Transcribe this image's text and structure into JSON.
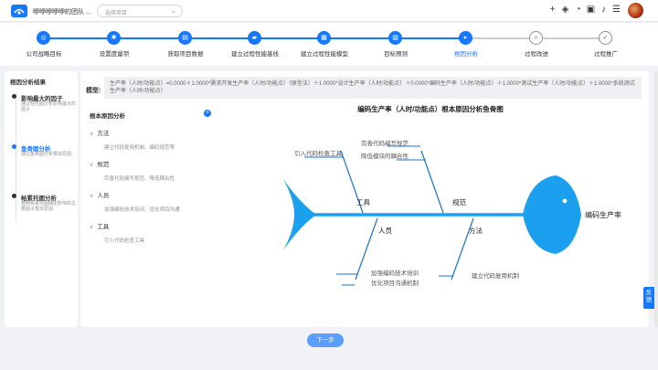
{
  "header": {
    "team_name": "咿咿咿咿咿的团队 ...",
    "project_placeholder": "选择项目",
    "icons": [
      "plus-icon",
      "layers-icon",
      "pie-chart-icon",
      "briefcase-icon",
      "bell-icon",
      "settings-sliders-icon"
    ]
  },
  "steps": [
    {
      "label": "公司战略目标",
      "icon": "target-icon",
      "state": "done"
    },
    {
      "label": "设置度量项",
      "icon": "settings-icon",
      "state": "done"
    },
    {
      "label": "获取项目数据",
      "icon": "database-icon",
      "state": "done"
    },
    {
      "label": "建立过程性能基线",
      "icon": "baseline-icon",
      "state": "done"
    },
    {
      "label": "建立过程性能模型",
      "icon": "model-icon",
      "state": "done"
    },
    {
      "label": "目标预测",
      "icon": "predict-icon",
      "state": "done"
    },
    {
      "label": "根因分析",
      "icon": "analysis-icon",
      "state": "active"
    },
    {
      "label": "过程改进",
      "icon": "search-icon",
      "state": "todo"
    },
    {
      "label": "过程推广",
      "icon": "check-icon",
      "state": "todo"
    }
  ],
  "sidebar": {
    "title": "根因分析结果",
    "items": [
      {
        "title": "影响最大的因子",
        "desc": "通过柱形图分析影响最大的因子",
        "active": false
      },
      {
        "title": "鱼骨图分析",
        "desc": "通过鱼骨图分析根本原因",
        "active": true
      },
      {
        "title": "帕累托图分析",
        "desc": "使用帕累托图确定影响的主要因子根本原因",
        "active": false
      }
    ]
  },
  "model": {
    "label": "模型:",
    "text": "生产率（人时/功能点）=0.0000＋1.0000*需求开发生产率（人时/功能点）（原型法）＋1.0000*设计生产率（人时/功能点）＋0.0000*编码生产率（人时/功能点）＋1.0000*测试生产率（人时/功能点）＋1.0000*系统测试生产率（人时/功能点）"
  },
  "tree": {
    "title": "根本原因分析",
    "groups": [
      {
        "name": "方法",
        "leaf": "建立代码复用机制、编码规范等"
      },
      {
        "name": "规范",
        "leaf": "完善代码编写规范、降低耦合性"
      },
      {
        "name": "人员",
        "leaf": "加强编码技术培训、优化项目沟通"
      },
      {
        "name": "工具",
        "leaf": "引入代码检查工具"
      }
    ]
  },
  "fishbone": {
    "title": "编码生产率（人时/功能点）根本原因分析鱼骨图",
    "head": "编码生产率",
    "bones": [
      {
        "name": "工具",
        "causes": [
          "引入代码检查工具"
        ]
      },
      {
        "name": "规范",
        "causes": [
          "完善代码编写规范",
          "降低模块的耦合性"
        ]
      },
      {
        "name": "人员",
        "causes": [
          "加强编码技术培训",
          "优化项目沟通机制"
        ]
      },
      {
        "name": "方法",
        "causes": [
          "建立代码复用机制"
        ]
      }
    ]
  },
  "footer": {
    "next_label": "下一步"
  },
  "feedback_label": "反馈",
  "colors": {
    "accent": "#1677ff",
    "fish": "#1aa0ee",
    "bones": "#1a73c8"
  }
}
